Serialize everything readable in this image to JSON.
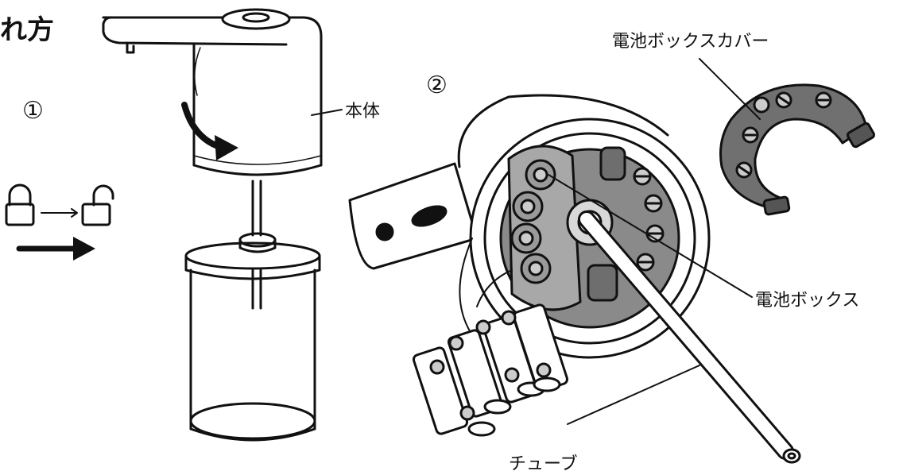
{
  "title_fragment": "れ方",
  "steps": {
    "one": "①",
    "two": "②"
  },
  "labels": {
    "main_body": "本体",
    "battery_box_cover": "電池ボックスカバー",
    "battery_box": "電池ボックス",
    "tube": "チューブ"
  },
  "icons": {
    "lock": "lock-closed-icon",
    "unlock": "lock-open-icon",
    "arrow": "arrow-right-icon"
  },
  "colors": {
    "line": "#111111",
    "cover_fill": "#707070",
    "compartment_fill": "#8a8a8a",
    "battery_fill": "#9a9a9a"
  }
}
